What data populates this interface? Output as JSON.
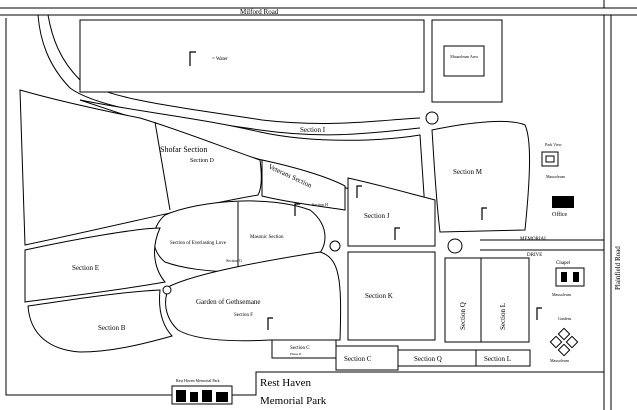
{
  "roads": {
    "milford": "Milford Road",
    "plainfield": "Plainfield Road",
    "memorial": "MEMORIAL",
    "drive": "DRIVE"
  },
  "labels": {
    "water_legend": "= Water",
    "mausoleum_area": "Mausoleum Area",
    "section_i": "Section I",
    "shofar_section": "Shofar Section",
    "section_d": "Section D",
    "veterans_section": "Veterans Section",
    "section_h": "Section H",
    "section_m": "Section M",
    "park_view": "Park View",
    "mausoleum_top": "Mausoleum",
    "office": "Office",
    "section_j": "Section J",
    "section_of_everlasting_love": "Section of Everlasting Love",
    "masonic_section": "Masonic Section",
    "section_g": "Section G",
    "section_e": "Section E",
    "garden_of_gethsemane": "Garden of Gethsemane",
    "section_f": "Section F",
    "section_b": "Section B",
    "section_k": "Section K",
    "section_q_vertical": "Section Q",
    "section_l_vertical": "Section L",
    "chapel": "Chapel",
    "mausoleum_mid": "Mausoleum",
    "gardens": "Gardens",
    "mausoleum_bottom": "Mausoleum",
    "section_c": "Section C",
    "phase_ii": "Phase II",
    "section_c_bottom": "Section C",
    "section_q_bottom": "Section Q",
    "section_l_bottom": "Section L",
    "logo_caption": "Rest Haven Memorial Park",
    "title_line1": "Rest Haven",
    "title_line2": "Memorial Park"
  },
  "icons": {
    "water_spigot": "water-spigot-icon",
    "roundabout": "roundabout-icon",
    "cemetery_logo": "cemetery-logo"
  }
}
